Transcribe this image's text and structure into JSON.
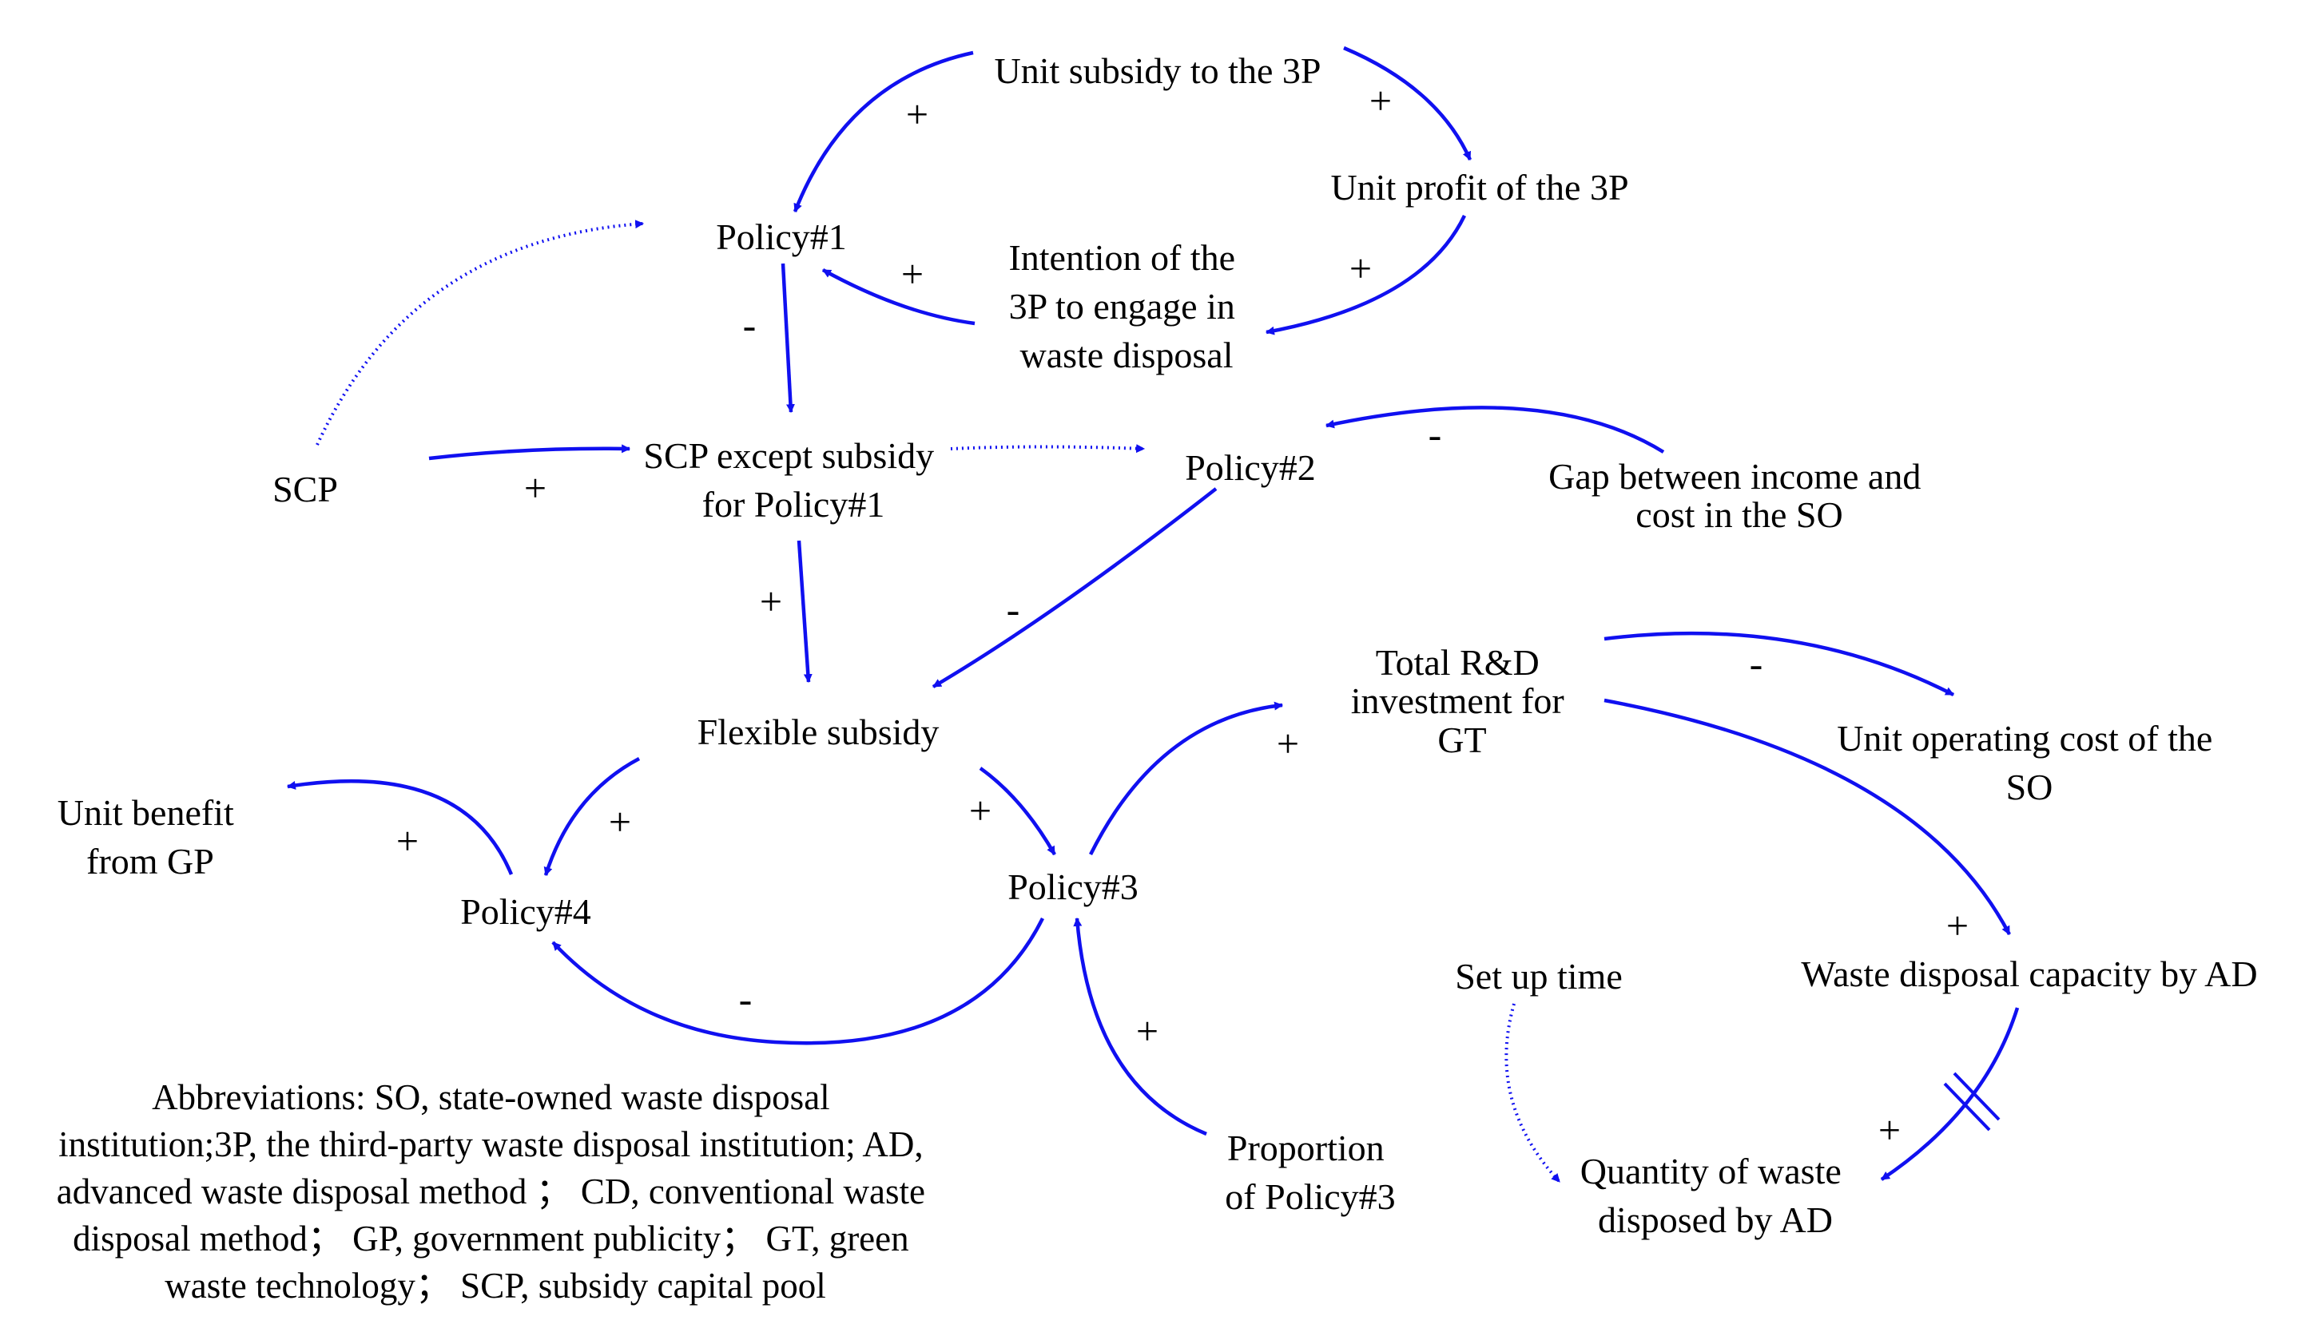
{
  "colors": {
    "arrow": "#1010f0",
    "text": "#000000",
    "background": "#ffffff"
  },
  "nodes": {
    "unit_subsidy": {
      "lines": [
        "Unit subsidy to the 3P"
      ]
    },
    "unit_profit": {
      "lines": [
        "Unit profit of the 3P"
      ]
    },
    "policy1": {
      "lines": [
        "Policy#1"
      ]
    },
    "intention": {
      "lines": [
        "Intention of the",
        "3P to engage in",
        "waste disposal"
      ]
    },
    "scp": {
      "lines": [
        "SCP"
      ]
    },
    "scp_except": {
      "lines": [
        "SCP except subsidy",
        "for Policy#1"
      ]
    },
    "policy2": {
      "lines": [
        "Policy#2"
      ]
    },
    "gap": {
      "lines": [
        "Gap between income and",
        "cost in the SO"
      ]
    },
    "flexible": {
      "lines": [
        "Flexible subsidy"
      ]
    },
    "total_rd": {
      "lines": [
        "Total R&D",
        "investment for",
        "GT"
      ]
    },
    "unit_operating": {
      "lines": [
        "Unit operating cost of the",
        "SO"
      ]
    },
    "unit_benefit": {
      "lines": [
        "Unit benefit",
        "from GP"
      ]
    },
    "policy4": {
      "lines": [
        "Policy#4"
      ]
    },
    "policy3": {
      "lines": [
        "Policy#3"
      ]
    },
    "set_up": {
      "lines": [
        "Set up time"
      ]
    },
    "waste_capacity": {
      "lines": [
        "Waste disposal capacity by AD"
      ]
    },
    "proportion": {
      "lines": [
        "Proportion",
        "of Policy#3"
      ]
    },
    "quantity": {
      "lines": [
        "Quantity of waste",
        "disposed by AD"
      ]
    }
  },
  "links": [
    {
      "id": "subsidy-to-policy1",
      "polarity": "+"
    },
    {
      "id": "subsidy-to-profit",
      "polarity": "+"
    },
    {
      "id": "profit-to-intention",
      "polarity": "+"
    },
    {
      "id": "intention-to-policy1",
      "polarity": "+"
    },
    {
      "id": "policy1-to-scp-except",
      "polarity": "-"
    },
    {
      "id": "scp-to-scp-except",
      "polarity": "+"
    },
    {
      "id": "scp-to-policy1",
      "polarity": ""
    },
    {
      "id": "scp-except-to-policy2",
      "polarity": ""
    },
    {
      "id": "gap-to-policy2",
      "polarity": "-"
    },
    {
      "id": "scp-except-to-flexible",
      "polarity": "+"
    },
    {
      "id": "policy2-to-flexible",
      "polarity": "-"
    },
    {
      "id": "flexible-to-policy4",
      "polarity": "+"
    },
    {
      "id": "flexible-to-policy3",
      "polarity": "+"
    },
    {
      "id": "policy4-to-unit-benefit",
      "polarity": "+"
    },
    {
      "id": "policy3-to-policy4",
      "polarity": "-"
    },
    {
      "id": "policy3-to-total-rd",
      "polarity": "+"
    },
    {
      "id": "proportion-to-policy3",
      "polarity": "+"
    },
    {
      "id": "total-rd-to-unit-operating",
      "polarity": "-"
    },
    {
      "id": "total-rd-to-capacity",
      "polarity": "+"
    },
    {
      "id": "capacity-to-quantity",
      "polarity": "+"
    },
    {
      "id": "setup-to-quantity",
      "polarity": ""
    }
  ],
  "abbreviations": {
    "lines": [
      "Abbreviations: SO, state-owned waste disposal",
      "institution;3P, the third-party waste disposal institution; AD,",
      "advanced waste disposal method ； CD, conventional waste",
      "disposal method； GP, government publicity； GT, green",
      "waste technology； SCP, subsidy capital pool"
    ]
  }
}
